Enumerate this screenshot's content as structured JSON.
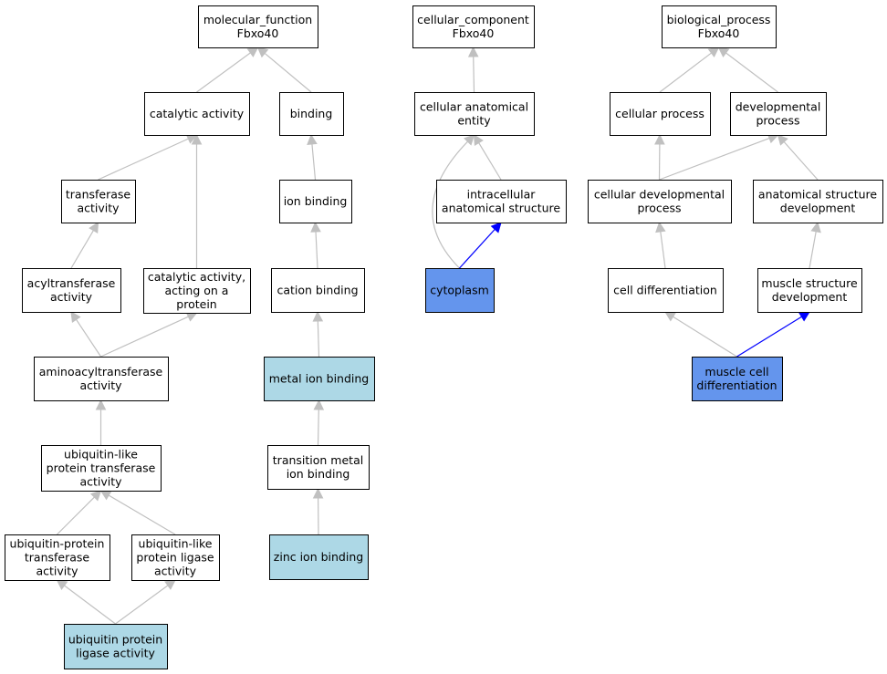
{
  "colors": {
    "default_fill": "#ffffff",
    "annotated_fill": "#add8e6",
    "direct_fill": "#6495ed",
    "edge_gray": "#c0c0c0",
    "edge_blue": "#0000ff"
  },
  "nodes": [
    {
      "id": "mf_root",
      "lines": [
        "molecular_function",
        "Fbxo40"
      ],
      "style": "default_fill"
    },
    {
      "id": "catalytic",
      "lines": [
        "catalytic activity"
      ],
      "style": "default_fill"
    },
    {
      "id": "binding",
      "lines": [
        "binding"
      ],
      "style": "default_fill"
    },
    {
      "id": "transferase",
      "lines": [
        "transferase",
        "activity"
      ],
      "style": "default_fill"
    },
    {
      "id": "ion_binding",
      "lines": [
        "ion binding"
      ],
      "style": "default_fill"
    },
    {
      "id": "acyltransferase",
      "lines": [
        "acyltransferase",
        "activity"
      ],
      "style": "default_fill"
    },
    {
      "id": "cat_protein",
      "lines": [
        "catalytic activity,",
        "acting on a",
        "protein"
      ],
      "style": "default_fill"
    },
    {
      "id": "cation_binding",
      "lines": [
        "cation binding"
      ],
      "style": "default_fill"
    },
    {
      "id": "aminoacyl",
      "lines": [
        "aminoacyltransferase",
        "activity"
      ],
      "style": "default_fill"
    },
    {
      "id": "metal_ion",
      "lines": [
        "metal ion binding"
      ],
      "style": "annotated_fill"
    },
    {
      "id": "ubl_transferase",
      "lines": [
        "ubiquitin-like",
        "protein transferase",
        "activity"
      ],
      "style": "default_fill"
    },
    {
      "id": "trans_metal",
      "lines": [
        "transition metal",
        "ion binding"
      ],
      "style": "default_fill"
    },
    {
      "id": "ub_transferase",
      "lines": [
        "ubiquitin-protein",
        "transferase",
        "activity"
      ],
      "style": "default_fill"
    },
    {
      "id": "ubl_ligase",
      "lines": [
        "ubiquitin-like",
        "protein ligase",
        "activity"
      ],
      "style": "default_fill"
    },
    {
      "id": "zinc",
      "lines": [
        "zinc ion binding"
      ],
      "style": "annotated_fill"
    },
    {
      "id": "ub_ligase",
      "lines": [
        "ubiquitin protein",
        "ligase activity"
      ],
      "style": "annotated_fill"
    },
    {
      "id": "cc_root",
      "lines": [
        "cellular_component",
        "Fbxo40"
      ],
      "style": "default_fill"
    },
    {
      "id": "cae",
      "lines": [
        "cellular anatomical",
        "entity"
      ],
      "style": "default_fill"
    },
    {
      "id": "ias",
      "lines": [
        "intracellular",
        "anatomical structure"
      ],
      "style": "default_fill"
    },
    {
      "id": "cytoplasm",
      "lines": [
        "cytoplasm"
      ],
      "style": "direct_fill"
    },
    {
      "id": "bp_root",
      "lines": [
        "biological_process",
        "Fbxo40"
      ],
      "style": "default_fill"
    },
    {
      "id": "cell_proc",
      "lines": [
        "cellular process"
      ],
      "style": "default_fill"
    },
    {
      "id": "dev_proc",
      "lines": [
        "developmental",
        "process"
      ],
      "style": "default_fill"
    },
    {
      "id": "cell_dev",
      "lines": [
        "cellular developmental",
        "process"
      ],
      "style": "default_fill"
    },
    {
      "id": "anat_dev",
      "lines": [
        "anatomical structure",
        "development"
      ],
      "style": "default_fill"
    },
    {
      "id": "cell_diff",
      "lines": [
        "cell differentiation"
      ],
      "style": "default_fill"
    },
    {
      "id": "muscle_dev",
      "lines": [
        "muscle structure",
        "development"
      ],
      "style": "default_fill"
    },
    {
      "id": "muscle_diff",
      "lines": [
        "muscle cell",
        "differentiation"
      ],
      "style": "direct_fill"
    }
  ],
  "edges": [
    {
      "from": "catalytic",
      "to": "mf_root",
      "color": "edge_gray"
    },
    {
      "from": "binding",
      "to": "mf_root",
      "color": "edge_gray"
    },
    {
      "from": "transferase",
      "to": "catalytic",
      "color": "edge_gray"
    },
    {
      "from": "cat_protein",
      "to": "catalytic",
      "color": "edge_gray"
    },
    {
      "from": "ion_binding",
      "to": "binding",
      "color": "edge_gray"
    },
    {
      "from": "acyltransferase",
      "to": "transferase",
      "color": "edge_gray"
    },
    {
      "from": "cation_binding",
      "to": "ion_binding",
      "color": "edge_gray"
    },
    {
      "from": "aminoacyl",
      "to": "acyltransferase",
      "color": "edge_gray"
    },
    {
      "from": "aminoacyl",
      "to": "cat_protein",
      "color": "edge_gray"
    },
    {
      "from": "metal_ion",
      "to": "cation_binding",
      "color": "edge_gray"
    },
    {
      "from": "ubl_transferase",
      "to": "aminoacyl",
      "color": "edge_gray"
    },
    {
      "from": "trans_metal",
      "to": "metal_ion",
      "color": "edge_gray"
    },
    {
      "from": "ub_transferase",
      "to": "ubl_transferase",
      "color": "edge_gray"
    },
    {
      "from": "ubl_ligase",
      "to": "ubl_transferase",
      "color": "edge_gray"
    },
    {
      "from": "zinc",
      "to": "trans_metal",
      "color": "edge_gray"
    },
    {
      "from": "ub_ligase",
      "to": "ub_transferase",
      "color": "edge_gray"
    },
    {
      "from": "ub_ligase",
      "to": "ubl_ligase",
      "color": "edge_gray"
    },
    {
      "from": "cae",
      "to": "cc_root",
      "color": "edge_gray"
    },
    {
      "from": "ias",
      "to": "cae",
      "color": "edge_gray"
    },
    {
      "from": "cytoplasm",
      "to": "cae",
      "color": "edge_gray",
      "curved": true
    },
    {
      "from": "cytoplasm",
      "to": "ias",
      "color": "edge_blue"
    },
    {
      "from": "cell_proc",
      "to": "bp_root",
      "color": "edge_gray"
    },
    {
      "from": "dev_proc",
      "to": "bp_root",
      "color": "edge_gray"
    },
    {
      "from": "cell_dev",
      "to": "cell_proc",
      "color": "edge_gray"
    },
    {
      "from": "cell_dev",
      "to": "dev_proc",
      "color": "edge_gray"
    },
    {
      "from": "anat_dev",
      "to": "dev_proc",
      "color": "edge_gray"
    },
    {
      "from": "cell_diff",
      "to": "cell_dev",
      "color": "edge_gray"
    },
    {
      "from": "muscle_dev",
      "to": "anat_dev",
      "color": "edge_gray"
    },
    {
      "from": "muscle_diff",
      "to": "cell_diff",
      "color": "edge_gray"
    },
    {
      "from": "muscle_diff",
      "to": "muscle_dev",
      "color": "edge_blue"
    }
  ]
}
